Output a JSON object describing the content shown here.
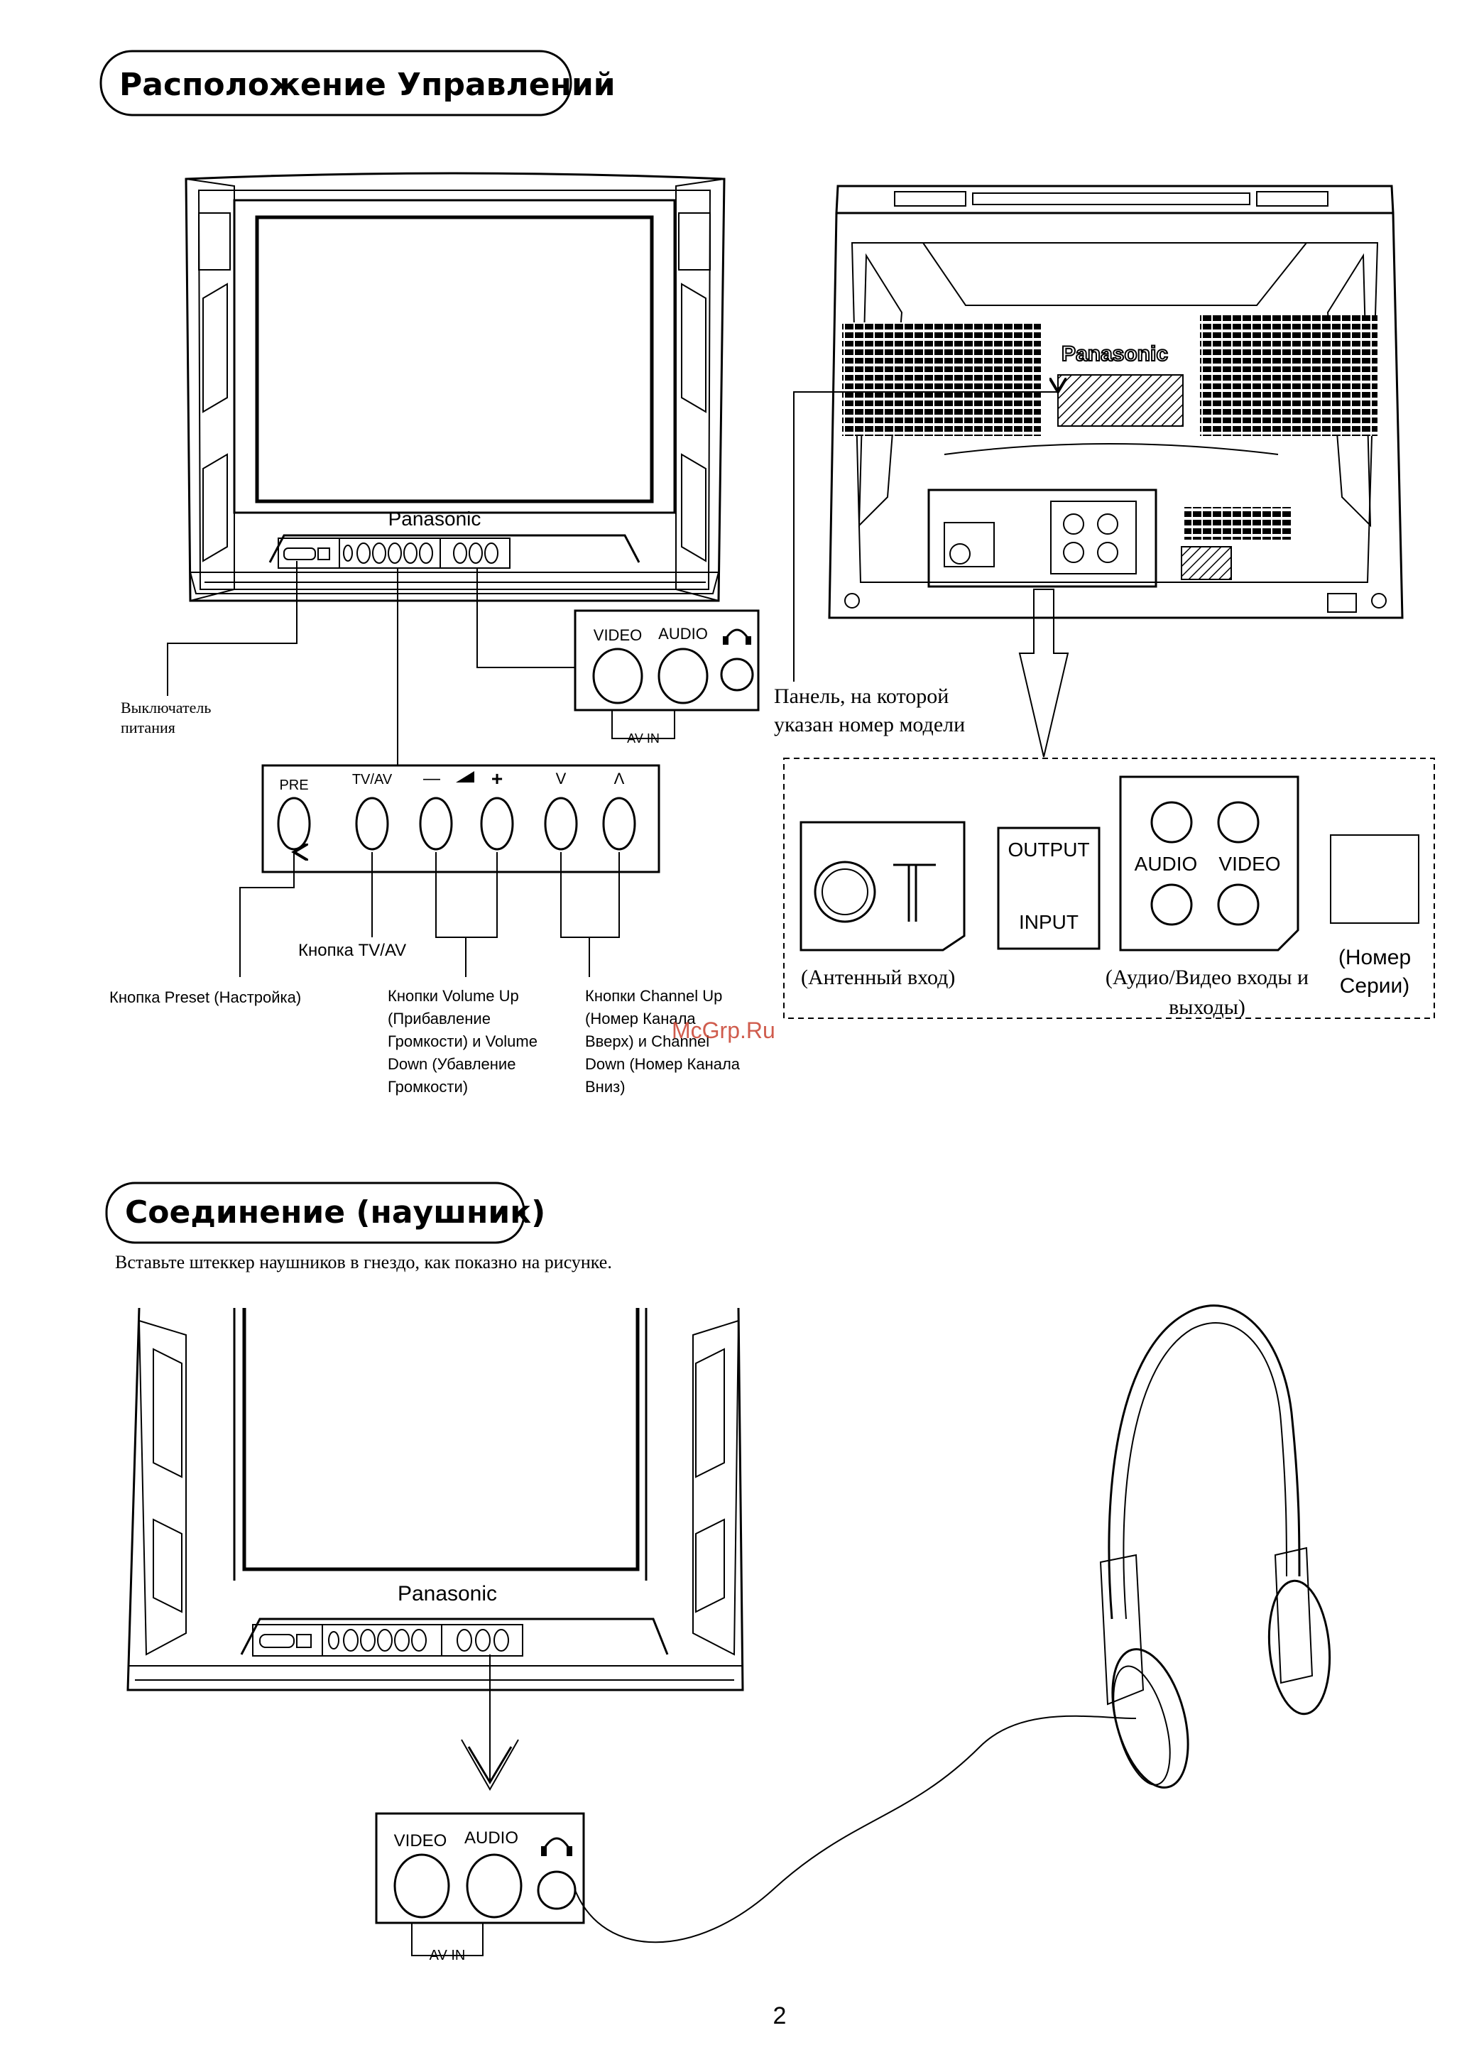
{
  "section1": {
    "title": "Расположение Управлений"
  },
  "front_tv": {
    "brand": "Panasonic"
  },
  "av_panel": {
    "video": "VIDEO",
    "audio": "AUDIO",
    "av_in": "AV IN"
  },
  "buttons": {
    "pre": "PRE",
    "tvav": "TV/AV",
    "minus": "—",
    "plus": "+",
    "down": "V",
    "up": "Λ"
  },
  "labels": {
    "power_1": "Выключатель",
    "power_2": "питания",
    "tvav_button": "Кнопка TV/AV",
    "preset_button": "Кнопка Preset (Настройка)",
    "volume_1": "Кнопки Volume Up",
    "volume_2": "(Прибавление",
    "volume_3": "Громкости) и Volume",
    "volume_4": "Down (Убавление",
    "volume_5": "Громкости)",
    "channel_1": "Кнопки Channel Up",
    "channel_2": "(Номер Канала",
    "channel_3": "Вверх) и Channel",
    "channel_4": "Down (Номер Канала",
    "channel_5": "Вниз)"
  },
  "rear_tv": {
    "brand": "Panasonic",
    "panel_1": "Панель, на которой",
    "panel_2": "указан номер модели"
  },
  "rear_detail": {
    "output": "OUTPUT",
    "input": "INPUT",
    "audio": "AUDIO",
    "video": "VIDEO",
    "antenna": "(Антенный вход)",
    "av_1": "(Аудио/Видео входы и",
    "av_2": "выходы)",
    "serial_1": "(Номер",
    "serial_2": "Серии)"
  },
  "watermark": "McGrp.Ru",
  "section2": {
    "title": "Соединение (наушник)",
    "instruction": "Вставьте штеккер наушников в гнездо, как показно на рисунке."
  },
  "tv2": {
    "brand": "Panasonic"
  },
  "av_panel2": {
    "video": "VIDEO",
    "audio": "AUDIO",
    "av_in": "AV IN"
  },
  "page_number": "2"
}
